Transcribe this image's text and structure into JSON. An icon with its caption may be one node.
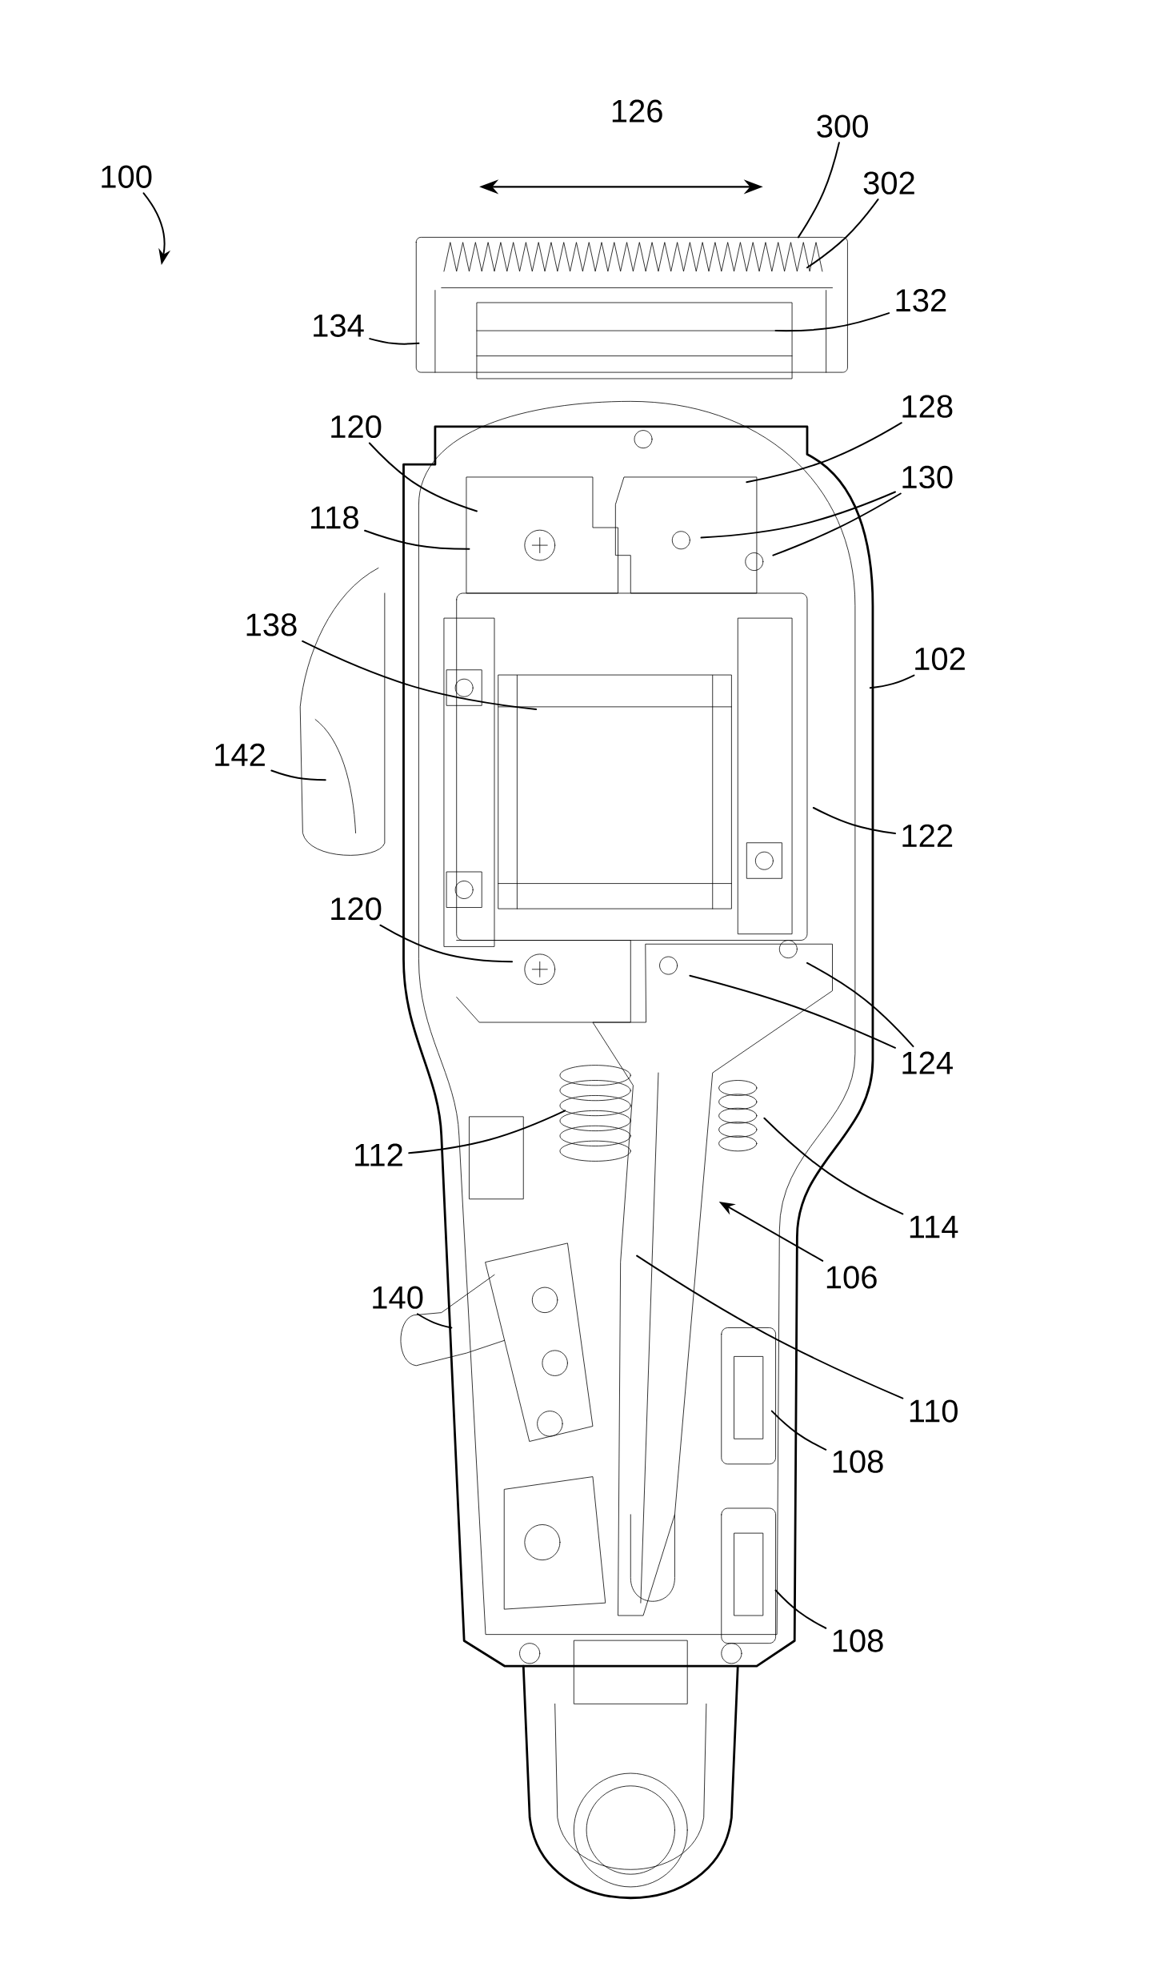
{
  "diagram": {
    "nodes": [
      {
        "text": [
          "100"
        ]
      },
      {
        "text": [
          "300"
        ]
      },
      {
        "text": [
          "302"
        ]
      },
      {
        "text": [
          "134"
        ]
      },
      {
        "text": [
          "132"
        ]
      },
      {
        "text": [
          "120"
        ]
      },
      {
        "text": [
          "128"
        ]
      },
      {
        "text": [
          "130"
        ]
      },
      {
        "text": [
          "118"
        ]
      },
      {
        "text": [
          "138"
        ]
      },
      {
        "text": [
          "102"
        ]
      },
      {
        "text": [
          "142"
        ]
      },
      {
        "text": [
          "122"
        ]
      },
      {
        "text": [
          "120"
        ]
      },
      {
        "text": [
          "124"
        ]
      },
      {
        "text": [
          "112"
        ]
      },
      {
        "text": [
          "114"
        ]
      },
      {
        "text": [
          "106"
        ]
      },
      {
        "text": [
          "140"
        ]
      },
      {
        "text": [
          "110"
        ]
      },
      {
        "text": [
          "108"
        ]
      },
      {
        "text": [
          "108"
        ]
      }
    ],
    "edges": [
      {
        "from": 0,
        "to": null,
        "arrow": "to"
      },
      {
        "from": 1,
        "to": null,
        "arrow": "none"
      },
      {
        "from": 2,
        "to": null,
        "arrow": "none"
      },
      {
        "from": 3,
        "to": null,
        "arrow": "none"
      },
      {
        "from": 4,
        "to": null,
        "arrow": "none"
      },
      {
        "from": 5,
        "to": null,
        "arrow": "none"
      },
      {
        "from": 6,
        "to": null,
        "arrow": "none"
      },
      {
        "from": 7,
        "to": null,
        "arrow": "none"
      },
      {
        "from": 7,
        "to": null,
        "arrow": "none"
      },
      {
        "from": 8,
        "to": null,
        "arrow": "none"
      },
      {
        "from": 9,
        "to": null,
        "arrow": "none"
      },
      {
        "from": 10,
        "to": null,
        "arrow": "none"
      },
      {
        "from": 11,
        "to": null,
        "arrow": "none"
      },
      {
        "from": 12,
        "to": null,
        "arrow": "none"
      },
      {
        "from": 13,
        "to": null,
        "arrow": "none"
      },
      {
        "from": 14,
        "to": null,
        "arrow": "none"
      },
      {
        "from": 14,
        "to": null,
        "arrow": "none"
      },
      {
        "from": 15,
        "to": null,
        "arrow": "none"
      },
      {
        "from": 16,
        "to": null,
        "arrow": "none"
      },
      {
        "from": 17,
        "to": null,
        "arrow": "to"
      },
      {
        "from": 18,
        "to": null,
        "arrow": "none"
      },
      {
        "from": 19,
        "to": null,
        "arrow": "none"
      },
      {
        "from": 20,
        "to": null,
        "arrow": "none"
      },
      {
        "from": 21,
        "to": null,
        "arrow": "none"
      }
    ],
    "labels": [
      "126"
    ]
  }
}
